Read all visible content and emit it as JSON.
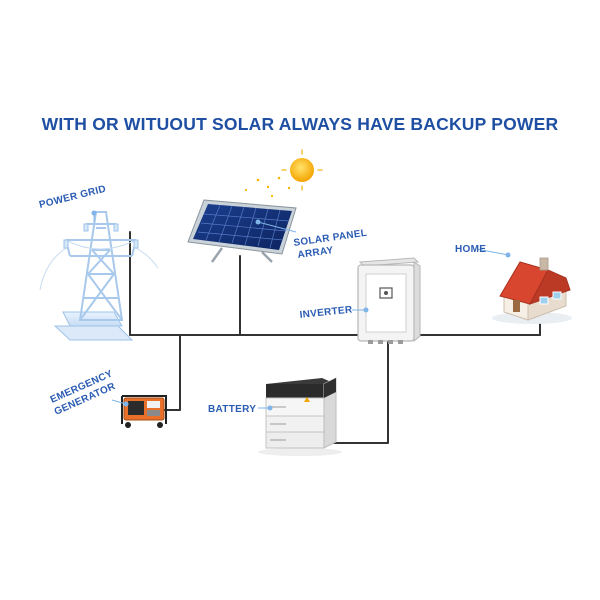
{
  "title": "WITH OR WITUOUT SOLAR ALWAYS HAVE BACKUP POWER",
  "labels": {
    "power_grid": "POWER GRID",
    "solar_line1": "SOLAR PANEL",
    "solar_line2": "ARRAY",
    "home": "HOME",
    "inverter": "INVERTER",
    "generator_line1": "EMERGENCY",
    "generator_line2": "GENERATOR",
    "battery": "BATTERY"
  },
  "colors": {
    "title": "#1f4fa3",
    "label": "#2a5cb3",
    "callout_line": "#7fb4e8",
    "wire": "#333333",
    "sun": "#f7b500",
    "roof": "#d8462f",
    "generator": "#e8702a"
  },
  "icons": [
    "power-tower-icon",
    "solar-panel-icon",
    "sun-icon",
    "inverter-icon",
    "house-icon",
    "generator-icon",
    "battery-icon"
  ]
}
